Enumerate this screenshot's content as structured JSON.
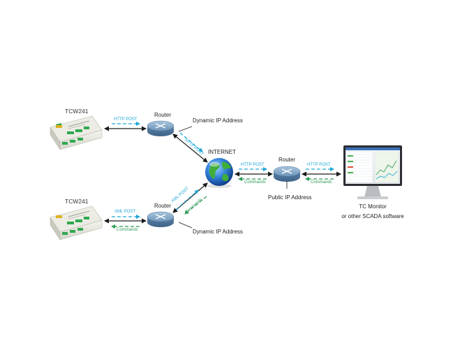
{
  "devices": {
    "top_device_label": "TCW241",
    "bottom_device_label": "TCW241",
    "top_router_label": "Router",
    "bottom_router_label": "Router",
    "right_router_label": "Router",
    "internet_label": "INTERNET"
  },
  "annotations": {
    "top_dynamic_ip": "Dynamic IP Address",
    "bottom_dynamic_ip": "Dynamic IP Address",
    "public_ip": "Public IP Address",
    "monitor_line1": "TC Monitor",
    "monitor_line2": "or other SCADA software"
  },
  "flows": {
    "top_device_to_router": "HTTP POST",
    "top_router_to_internet": "HTTP POST",
    "bottom_device_to_router": "XML POST",
    "bottom_router_to_device": "Commands",
    "bottom_router_to_internet": "XML POST",
    "internet_to_bottom_router": "Commands",
    "internet_to_right_router": "HTTP POST",
    "right_router_to_internet": "Commands",
    "right_router_to_monitor": "HTTP POST",
    "monitor_to_right_router": "Commands"
  },
  "colors": {
    "request_arrow": "#1aa6d6",
    "command_arrow": "#2c9a55",
    "link_line": "#1a1a1a",
    "router_body": "#6f96ba",
    "globe_ocean": "#2f7fd6",
    "globe_land": "#3fae3a"
  }
}
